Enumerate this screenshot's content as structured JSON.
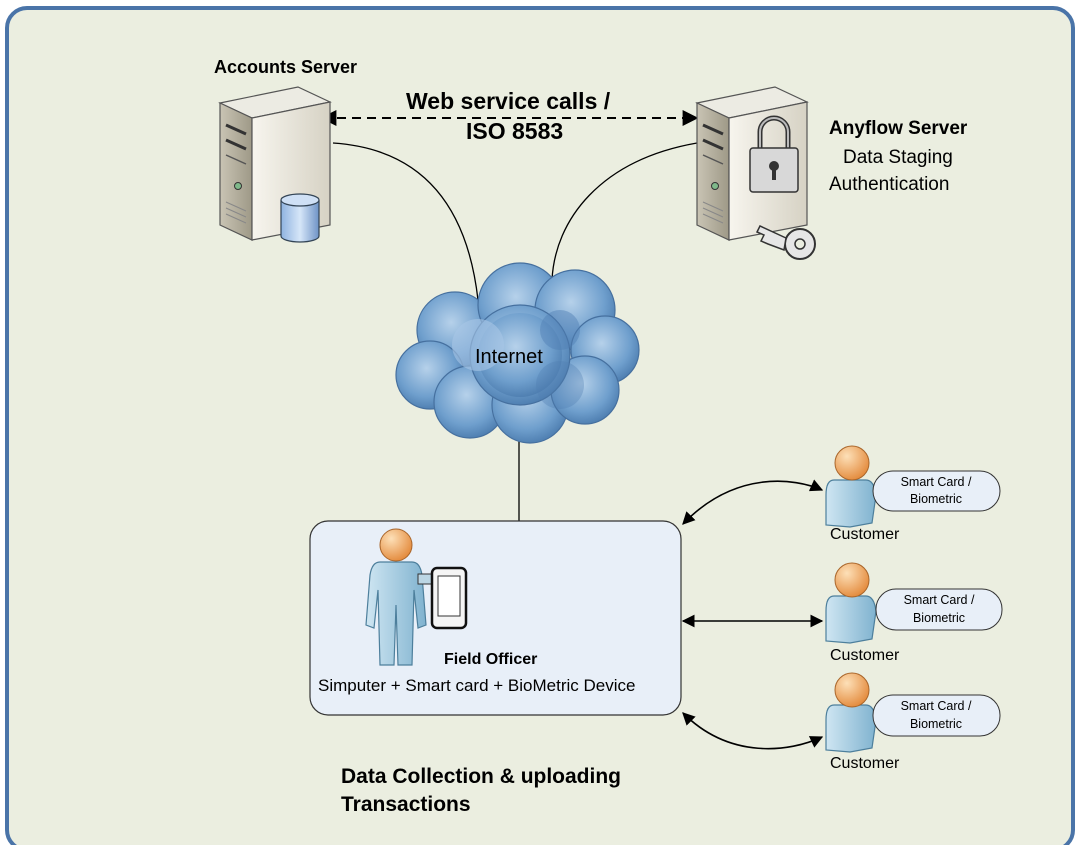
{
  "accounts_server": {
    "title": "Accounts Server"
  },
  "connection": {
    "label_line1": "Web service calls /",
    "label_line2": "ISO 8583"
  },
  "anyflow_server": {
    "title": "Anyflow Server",
    "line1": "Data Staging",
    "line2": "Authentication"
  },
  "network": {
    "label": "Internet"
  },
  "field_officer": {
    "title": "Field Officer",
    "devices": "Simputer  + Smart card + BioMetric Device"
  },
  "customers": [
    {
      "label": "Customer",
      "badge_line1": "Smart Card /",
      "badge_line2": "Biometric"
    },
    {
      "label": "Customer",
      "badge_line1": "Smart Card /",
      "badge_line2": "Biometric"
    },
    {
      "label": "Customer",
      "badge_line1": "Smart Card /",
      "badge_line2": "Biometric"
    }
  ],
  "footer": {
    "line1": "Data Collection & uploading",
    "line2": "Transactions"
  },
  "colors": {
    "background": "#ebeee0",
    "frame_border": "#4a74a8",
    "person_body": "#9bc6dc",
    "person_head": "#f0a860",
    "cloud": "#5b8ec0",
    "officer_box": "#e8eff8"
  },
  "icons": [
    "server-icon",
    "database-icon",
    "padlock-icon",
    "key-icon",
    "cloud-icon",
    "person-icon",
    "tablet-icon"
  ]
}
